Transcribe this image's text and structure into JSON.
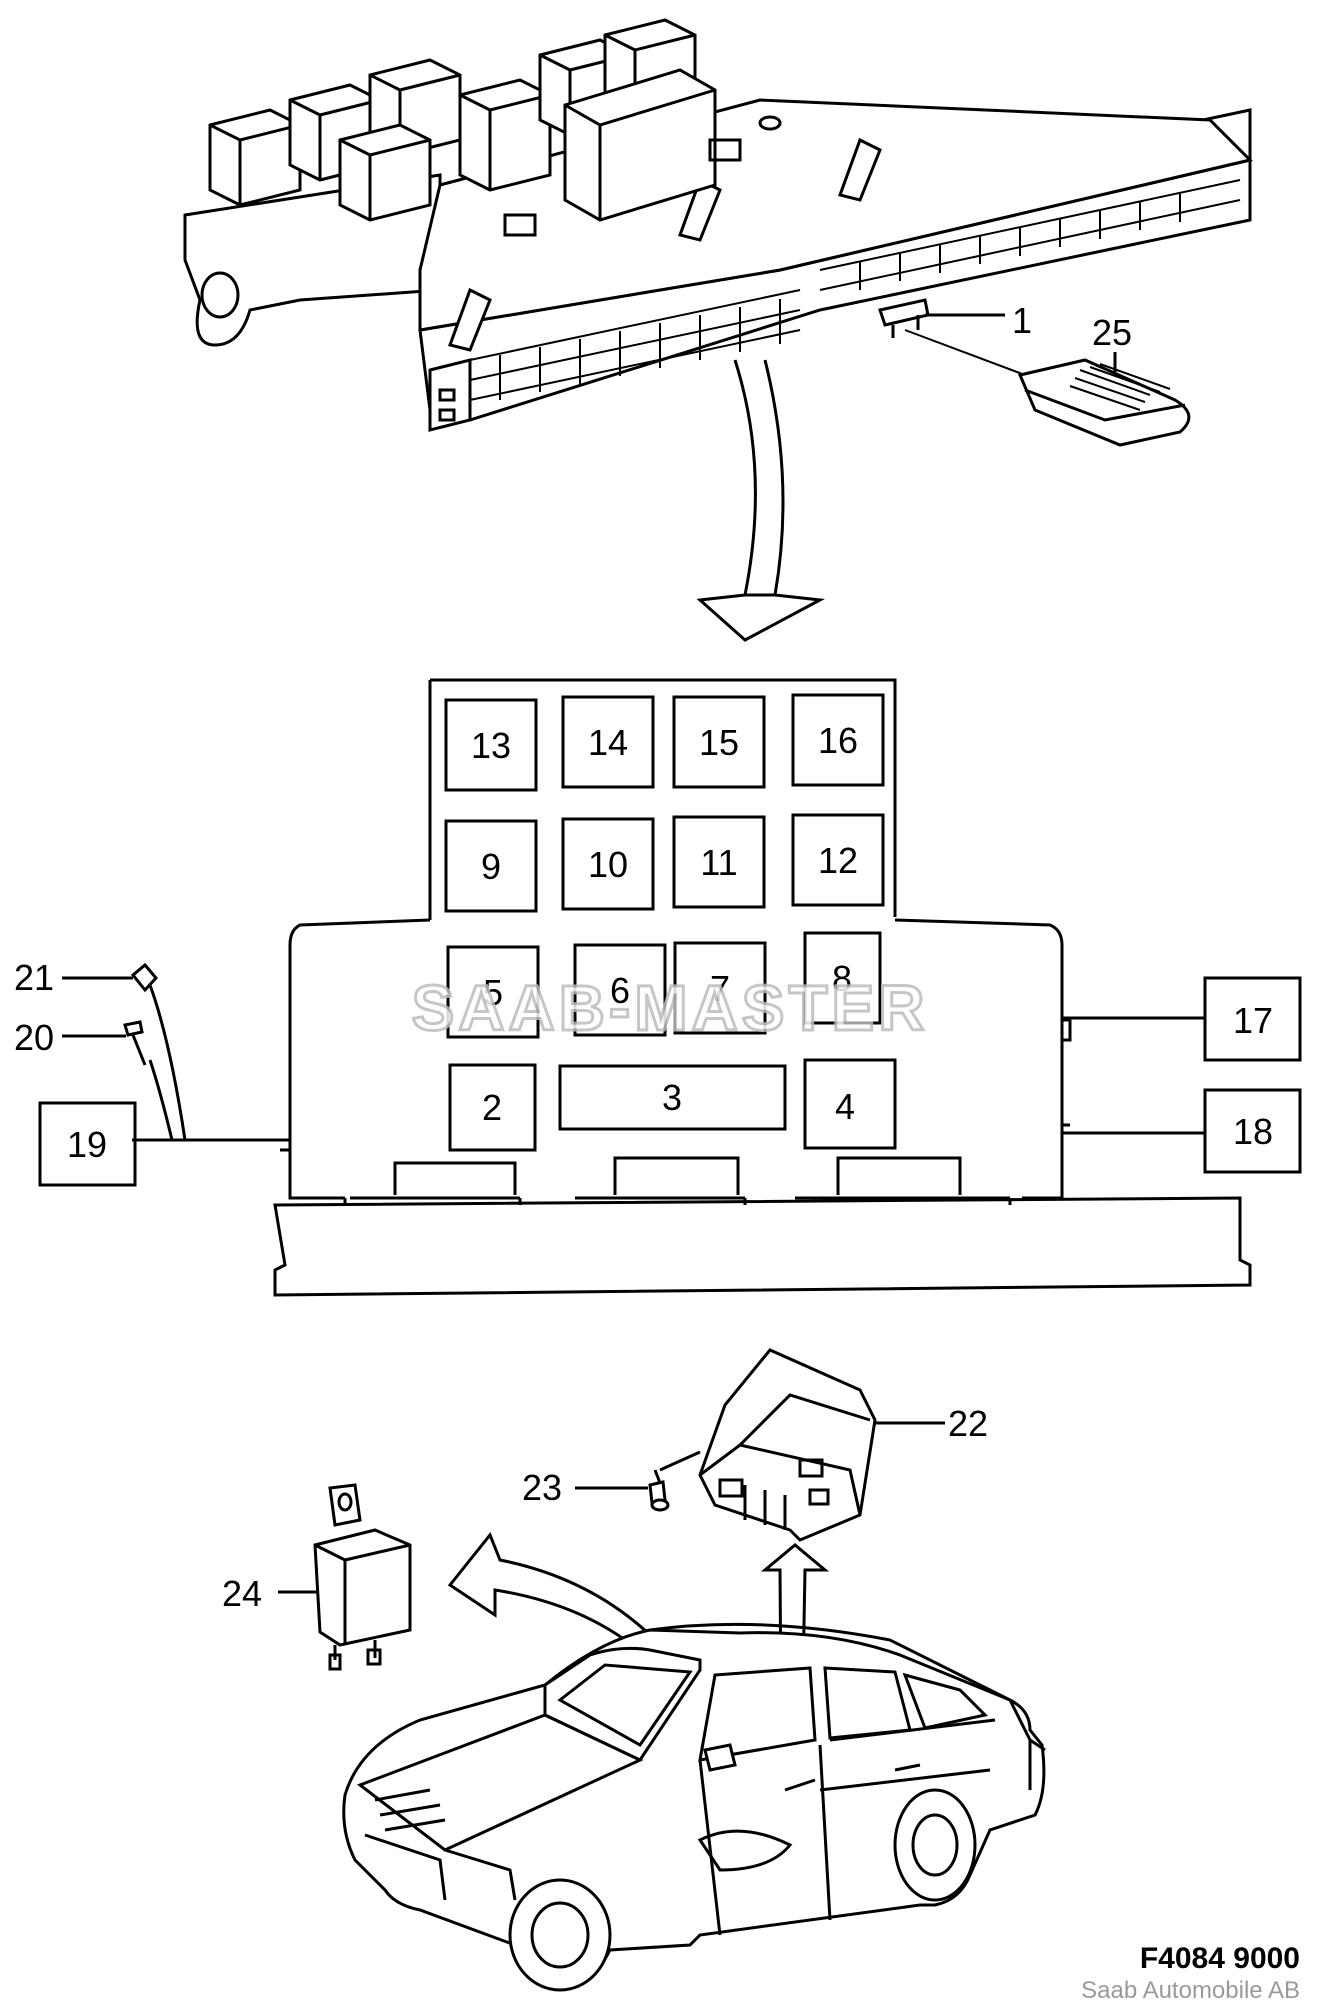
{
  "relay_slots": [
    {
      "id": "13",
      "label": "13"
    },
    {
      "id": "14",
      "label": "14"
    },
    {
      "id": "15",
      "label": "15"
    },
    {
      "id": "16",
      "label": "16"
    },
    {
      "id": "9",
      "label": "9"
    },
    {
      "id": "10",
      "label": "10"
    },
    {
      "id": "11",
      "label": "11"
    },
    {
      "id": "12",
      "label": "12"
    },
    {
      "id": "5",
      "label": "5"
    },
    {
      "id": "6",
      "label": "6"
    },
    {
      "id": "7",
      "label": "7"
    },
    {
      "id": "8",
      "label": "8"
    },
    {
      "id": "2",
      "label": "2"
    },
    {
      "id": "3",
      "label": "3"
    },
    {
      "id": "4",
      "label": "4"
    }
  ],
  "callouts": {
    "c1": "1",
    "c25": "25",
    "c17": "17",
    "c18": "18",
    "c19": "19",
    "c20": "20",
    "c21": "21",
    "c22": "22",
    "c23": "23",
    "c24": "24"
  },
  "watermark": "SAAB-MASTER",
  "figure_code": "F4084 9000",
  "copyright": "Saab Automobile AB"
}
